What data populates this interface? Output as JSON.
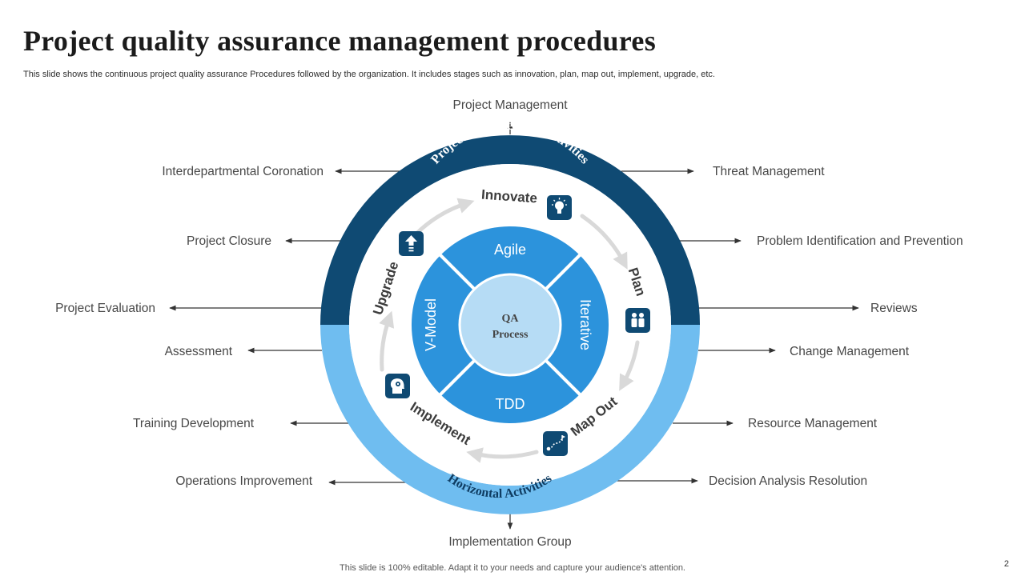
{
  "header": {
    "title": "Project quality assurance management procedures",
    "subtitle": "This slide shows the continuous project quality assurance Procedures followed by the organization. It includes stages such as innovation, plan, map out, implement, upgrade, etc."
  },
  "diagram": {
    "outer_ring": {
      "top_label": "Project Management Activities",
      "bottom_label": "Horizontal Activities",
      "top_color": "#0f4a73",
      "bottom_color": "#6fbdf0"
    },
    "stages": {
      "innovate": "Innovate",
      "plan": "Plan",
      "map_out": "Map Out",
      "implement": "Implement",
      "upgrade": "Upgrade"
    },
    "methods": {
      "agile": "Agile",
      "iterative": "Iterative",
      "tdd": "TDD",
      "v_model": "V-Model"
    },
    "core": {
      "line1": "QA",
      "line2": "Process"
    },
    "top_labels": {
      "project_management": "Project Management"
    },
    "left_labels": {
      "interdepartmental": "Interdepartmental  Coronation",
      "project_closure": "Project Closure",
      "project_evaluation": "Project Evaluation",
      "assessment": "Assessment",
      "training_development": "Training Development",
      "operations_improvement": "Operations Improvement"
    },
    "right_labels": {
      "threat_management": "Threat  Management",
      "problem_identification": "Problem Identification  and Prevention",
      "reviews": "Reviews",
      "change_management": "Change Management",
      "resource_management": "Resource Management",
      "decision_analysis": "Decision Analysis Resolution"
    },
    "bottom_labels": {
      "implementation_group": "Implementation  Group"
    },
    "colors": {
      "quadrant": "#2c93dc",
      "core": "#b6dcf5",
      "icon_bg": "#0f4a73",
      "cycle_arrow": "#d9d9d9"
    }
  },
  "footer": {
    "note": "This slide is 100% editable. Adapt it to your needs and capture your audience's attention.",
    "page_number": "2"
  }
}
